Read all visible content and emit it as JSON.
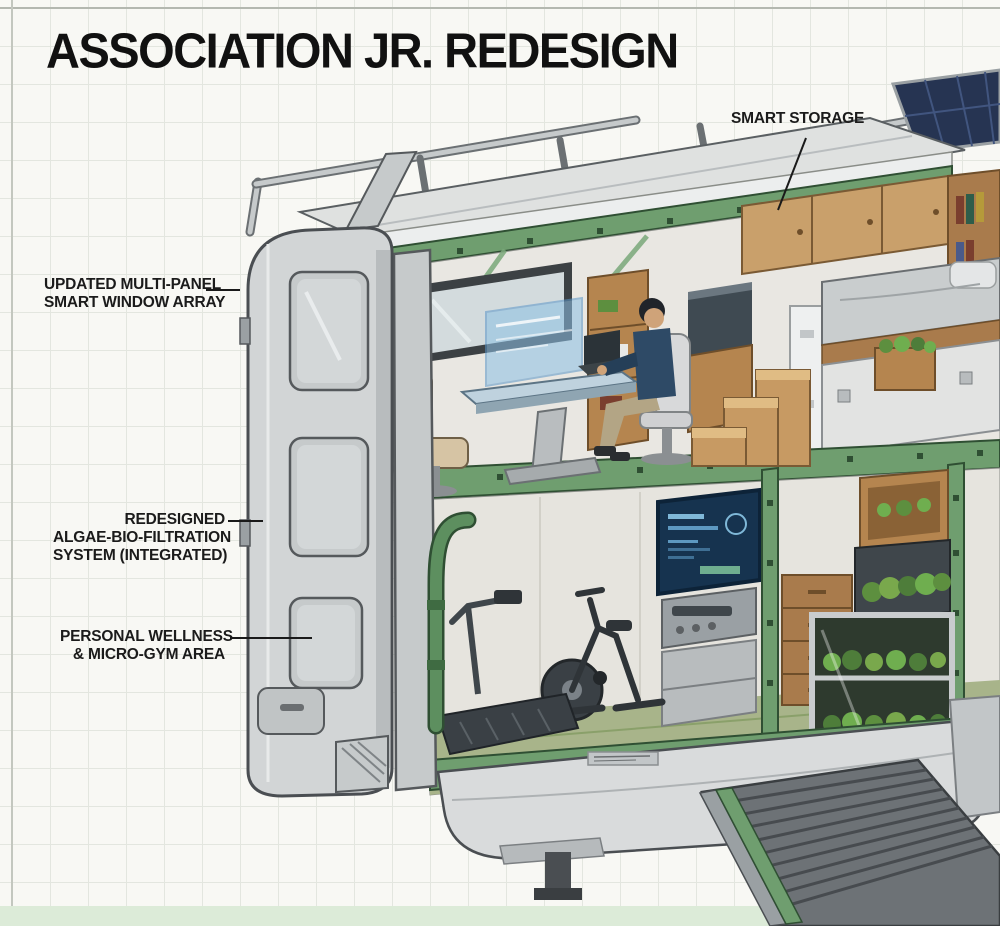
{
  "title": "ASSOCIATION JR. REDESIGN",
  "callouts": {
    "smart_storage": {
      "lines": [
        "SMART STORAGE"
      ]
    },
    "smart_window": {
      "lines": [
        "UPDATED MULTI-PANEL",
        "SMART WINDOW ARRAY"
      ]
    },
    "algae": {
      "lines": [
        "REDESIGNED",
        "ALGAE-BIO-FILTRATION",
        "SYSTEM (INTEGRATED)"
      ]
    },
    "wellness": {
      "lines": [
        "PERSONAL WELLNESS",
        "& MICRO-GYM AREA"
      ]
    }
  },
  "colors": {
    "paper": "#f8f8f4",
    "grid_line": "#e3e6df",
    "mint_band": "#dcebd8",
    "accent_green": "#6f9e6f",
    "trim_dark_green": "#2f4f33",
    "body_gray": "#d2d5d6",
    "wood": "#b5854f",
    "screen_navy": "#16334f",
    "solar_navy": "#263452",
    "ink": "#1b1b1b"
  }
}
